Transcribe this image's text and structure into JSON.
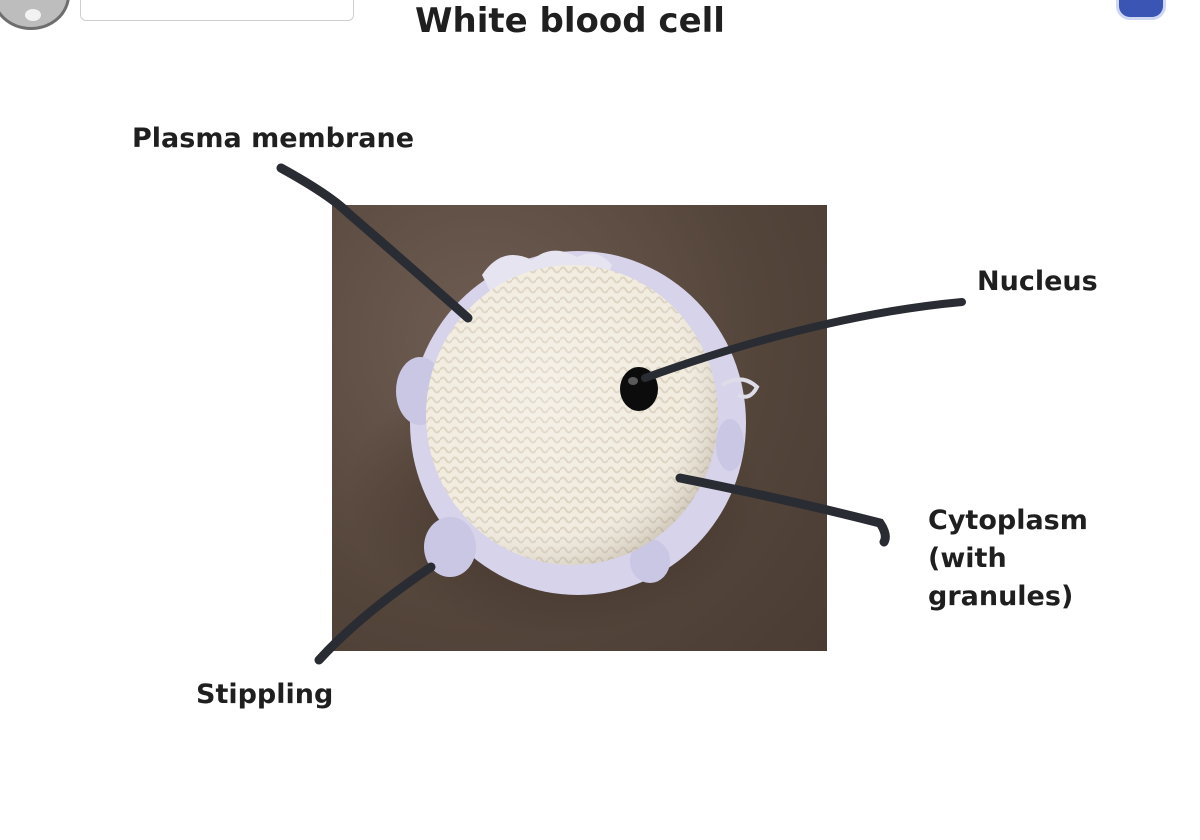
{
  "title": "White blood cell",
  "labels": {
    "plasma_membrane": "Plasma membrane",
    "nucleus": "Nucleus",
    "cytoplasm_lines": [
      "Cytoplasm",
      "(with",
      "granules)"
    ],
    "stippling": "Stippling"
  },
  "colors": {
    "background": "#ffffff",
    "text": "#1f1f1f",
    "leader_line": "#2a2c33",
    "photo_background": "#54453b",
    "cell_body": "#f1eade",
    "membrane": "#cfcce6",
    "nucleus": "#0c0c0c",
    "corner_button": "#3a55b4"
  }
}
